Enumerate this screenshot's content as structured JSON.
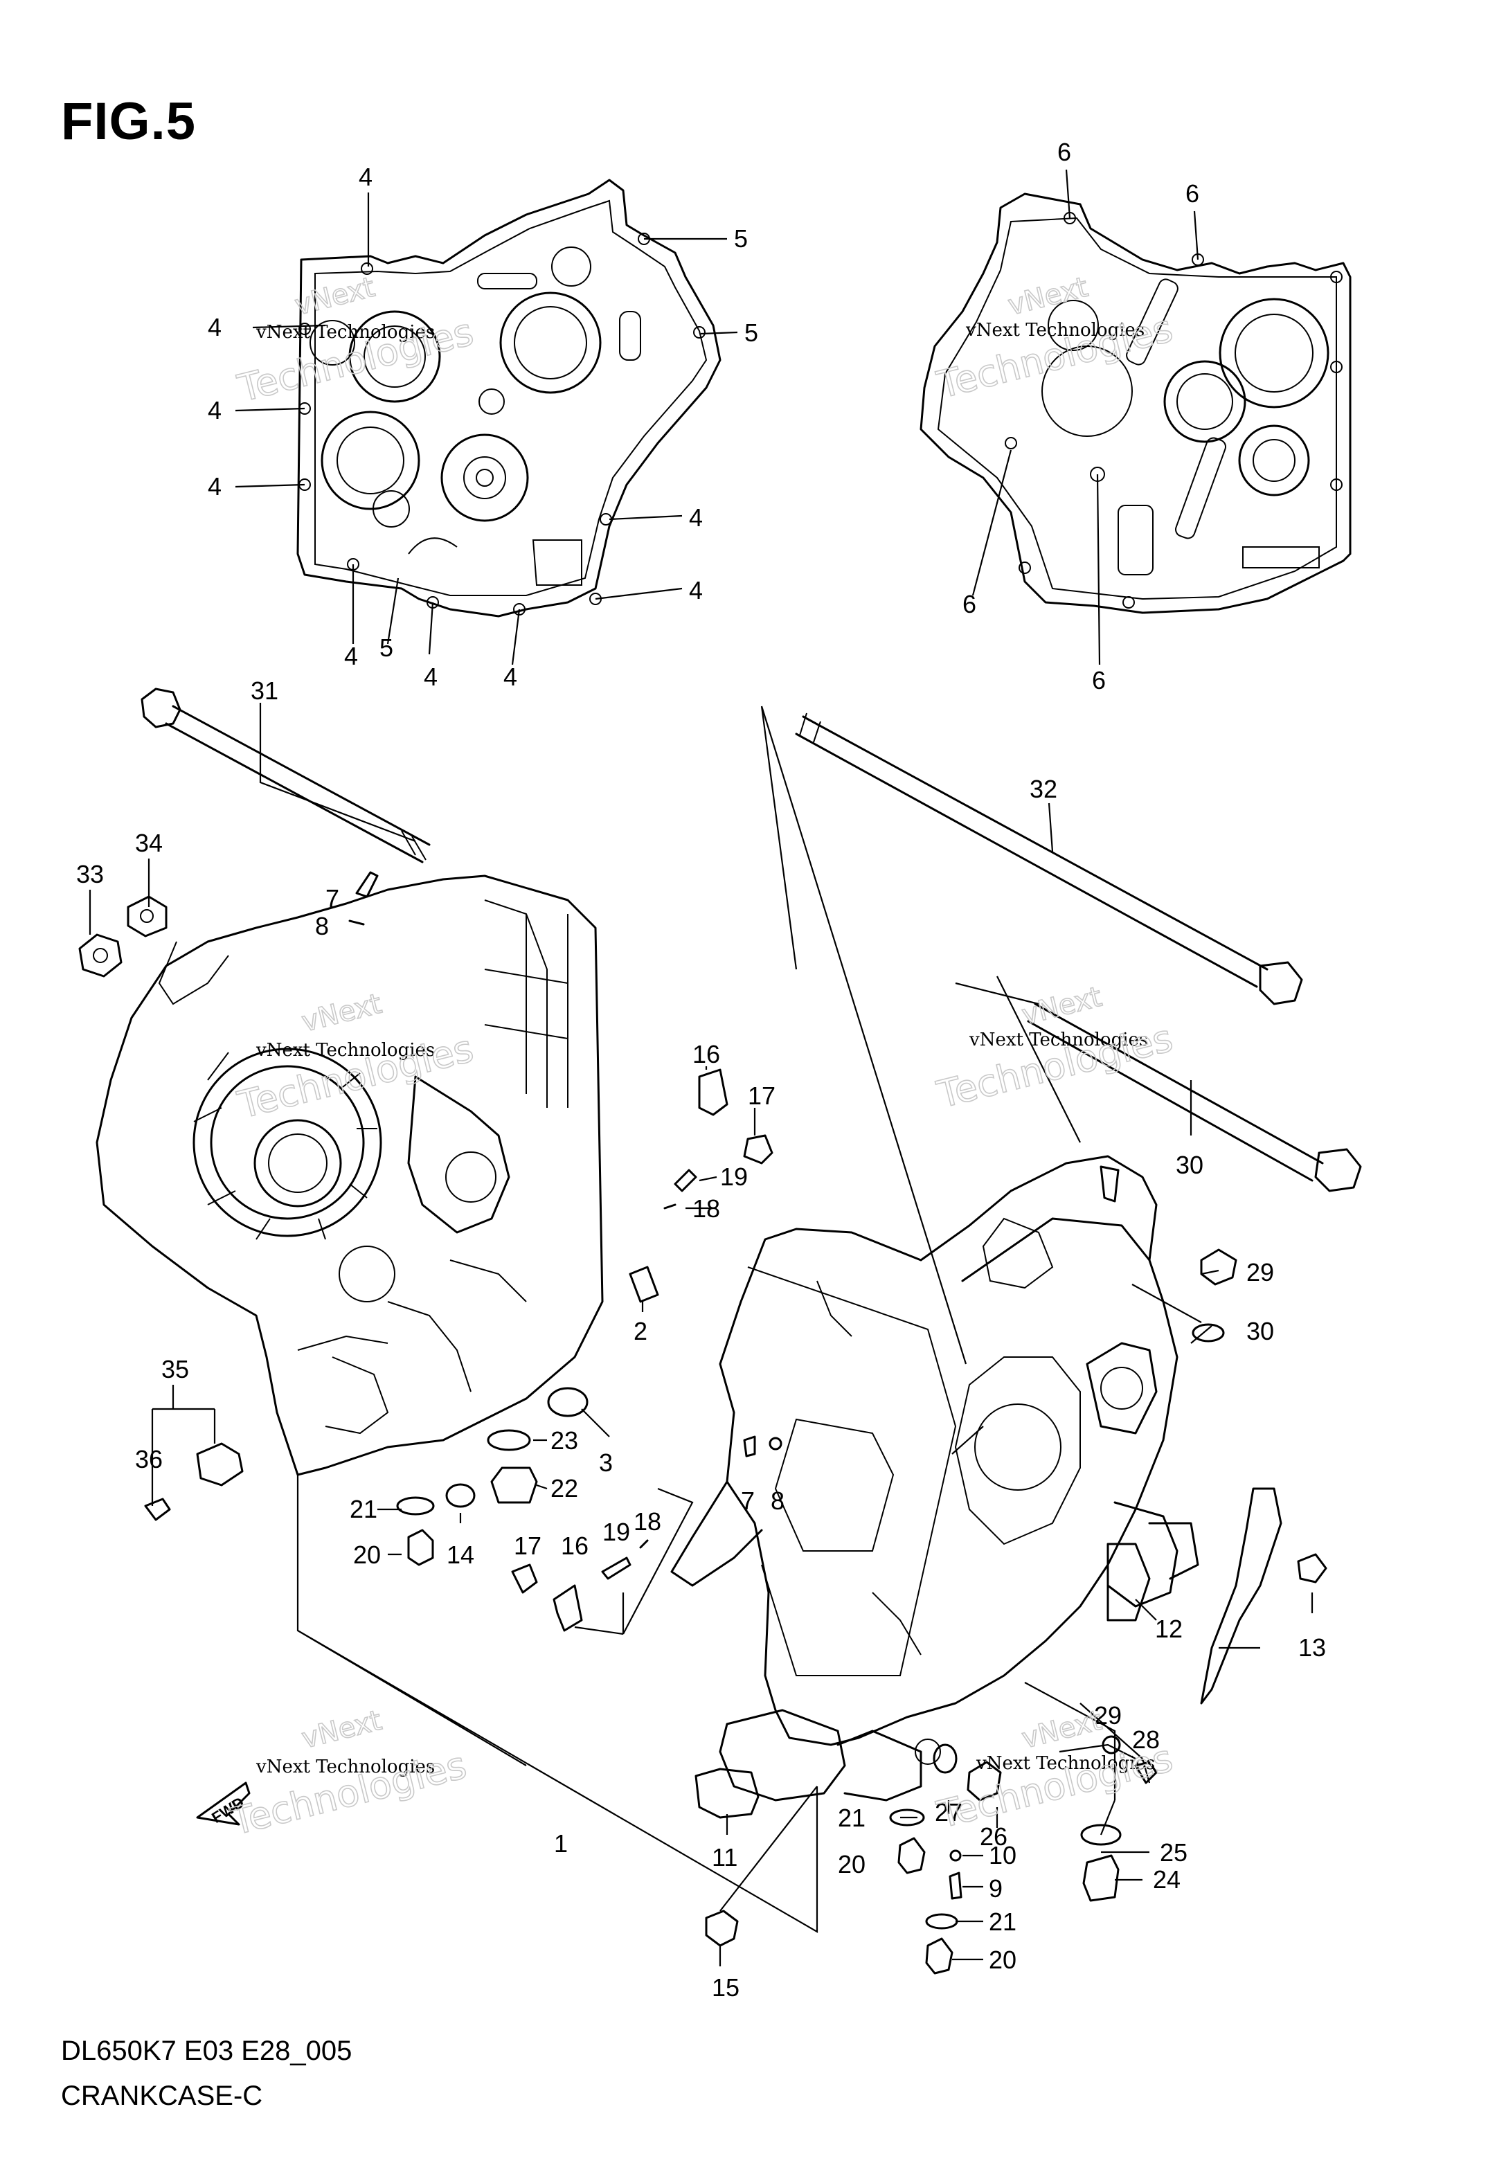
{
  "figure": {
    "title": "FIG.5",
    "code": "DL650K7 E03 E28_005",
    "name": "CRANKCASE-C"
  },
  "watermark": {
    "line1": "vNext Technologies",
    "line2": "vNext",
    "line3": "Technologies"
  },
  "fwd_label": "FWD",
  "callouts": [
    "4",
    "4",
    "4",
    "4",
    "4",
    "4",
    "4",
    "4",
    "4",
    "4",
    "5",
    "5",
    "5",
    "6",
    "6",
    "6",
    "6",
    "31",
    "32",
    "30",
    "34",
    "33",
    "7",
    "8",
    "16",
    "17",
    "19",
    "18",
    "2",
    "3",
    "23",
    "22",
    "21",
    "20",
    "14",
    "35",
    "36",
    "17",
    "16",
    "19",
    "18",
    "7",
    "8",
    "29",
    "30",
    "12",
    "13",
    "29",
    "28",
    "27",
    "26",
    "25",
    "24",
    "21",
    "20",
    "10",
    "9",
    "21",
    "20",
    "11",
    "15",
    "1"
  ]
}
